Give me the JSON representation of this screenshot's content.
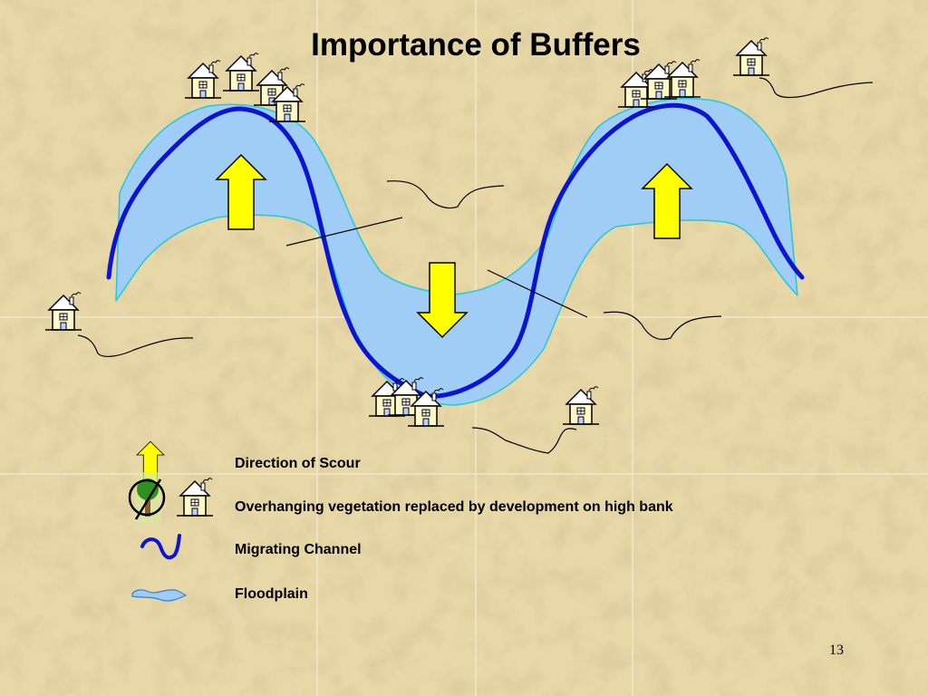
{
  "title": "Importance of Buffers",
  "legend": [
    {
      "icon": "yellow-up-arrow-icon",
      "label": "Direction of Scour"
    },
    {
      "icon": "crossed-tree-and-house-icon",
      "label": "Overhanging vegetation replaced by development on high bank"
    },
    {
      "icon": "blue-channel-curve-icon",
      "label": "Migrating Channel"
    },
    {
      "icon": "floodplain-shape-icon",
      "label": "Floodplain"
    }
  ],
  "page_number": "13",
  "colors": {
    "background": "#e8d8a8",
    "channel": "#0a14d2",
    "floodplain": "#9fcdf6",
    "floodplain_edge": "#22c9d8",
    "scour_arrow": "#ffff00"
  }
}
